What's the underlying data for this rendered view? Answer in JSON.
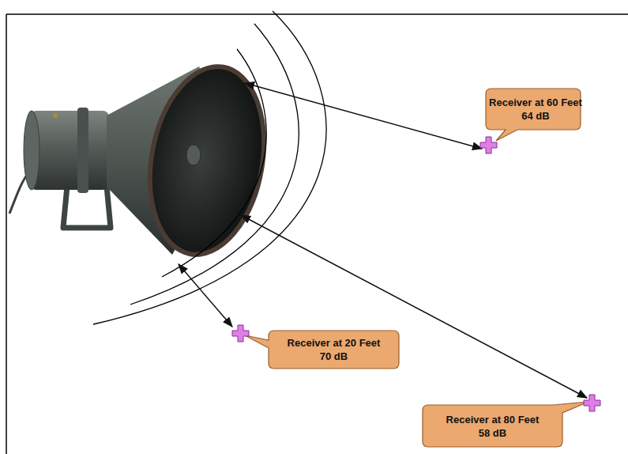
{
  "diagram": {
    "nodes": [
      {
        "text": [
          "Receiver at 60 Feet",
          "64 dB"
        ]
      },
      {
        "text": [
          "Receiver at 20 Feet",
          "70 dB"
        ]
      },
      {
        "text": [
          "Receiver at 80 Feet",
          "58 dB"
        ]
      }
    ]
  }
}
